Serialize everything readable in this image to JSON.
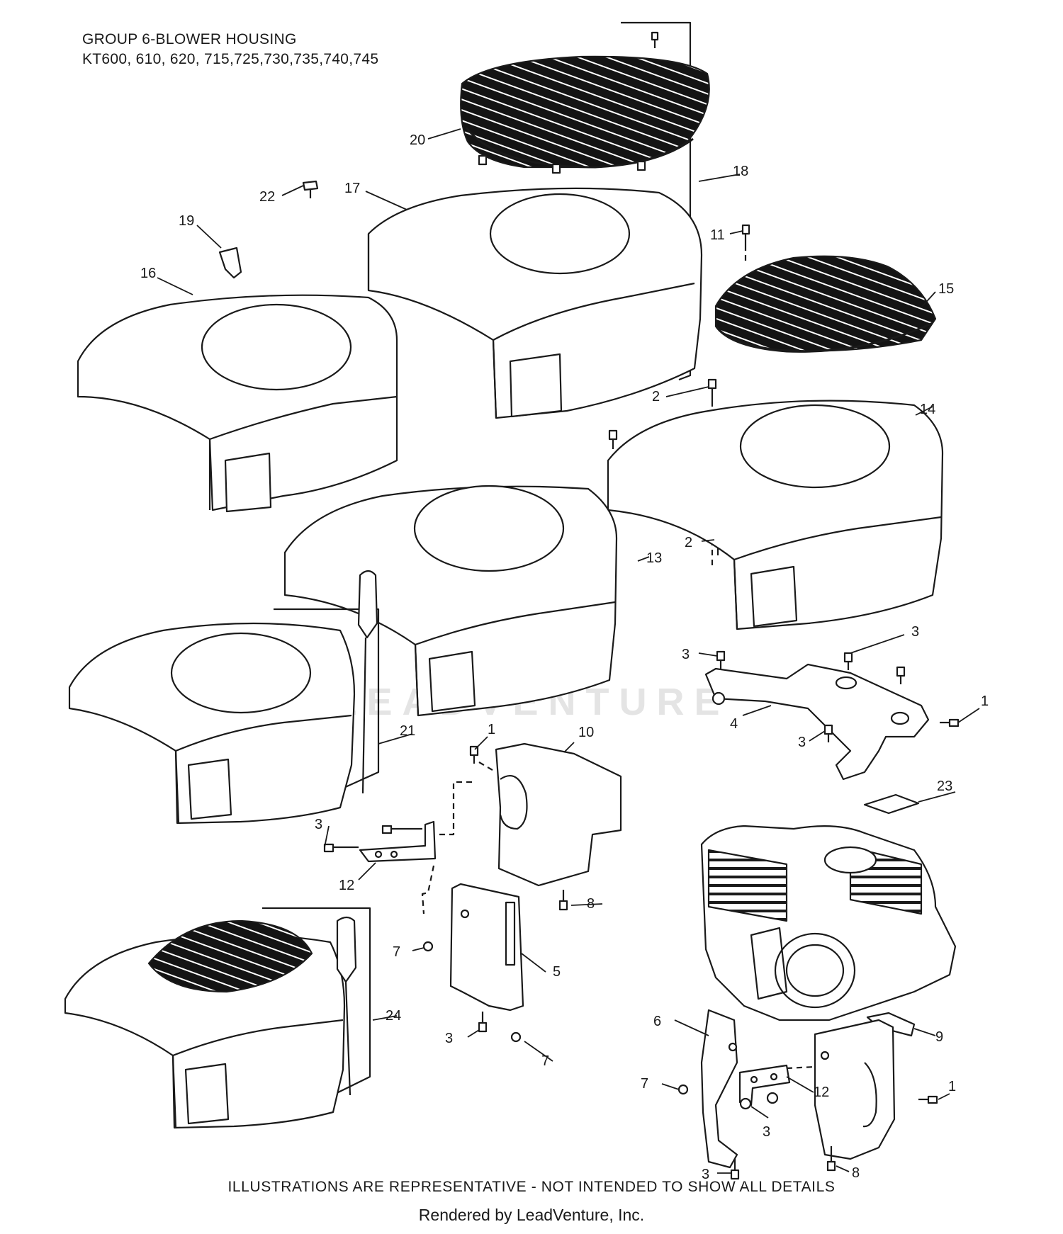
{
  "header": {
    "group_title": "GROUP 6-BLOWER HOUSING",
    "models": "KT600, 610, 620, 715,725,730,735,740,745"
  },
  "footer": {
    "disclaimer": "ILLUSTRATIONS ARE REPRESENTATIVE - NOT INTENDED TO SHOW ALL DETAILS",
    "rendered_by": "Rendered by LeadVenture, Inc."
  },
  "watermark": "LEADVENTURE",
  "colors": {
    "line": "#1a1a1a",
    "fill": "#ffffff",
    "dark": "#141414"
  },
  "callouts": [
    {
      "id": "c20",
      "label": "20"
    },
    {
      "id": "c18",
      "label": "18"
    },
    {
      "id": "c17",
      "label": "17"
    },
    {
      "id": "c22",
      "label": "22"
    },
    {
      "id": "c19",
      "label": "19"
    },
    {
      "id": "c11",
      "label": "11"
    },
    {
      "id": "c15",
      "label": "15"
    },
    {
      "id": "c16",
      "label": "16"
    },
    {
      "id": "c2a",
      "label": "2"
    },
    {
      "id": "c14",
      "label": "14"
    },
    {
      "id": "c2b",
      "label": "2"
    },
    {
      "id": "c13",
      "label": "13"
    },
    {
      "id": "c3a",
      "label": "3"
    },
    {
      "id": "c3b",
      "label": "3"
    },
    {
      "id": "c1a",
      "label": "1"
    },
    {
      "id": "c4",
      "label": "4"
    },
    {
      "id": "c3c",
      "label": "3"
    },
    {
      "id": "c21",
      "label": "21"
    },
    {
      "id": "c1b",
      "label": "1"
    },
    {
      "id": "c10",
      "label": "10"
    },
    {
      "id": "c23",
      "label": "23"
    },
    {
      "id": "c3d",
      "label": "3"
    },
    {
      "id": "c12a",
      "label": "12"
    },
    {
      "id": "c8a",
      "label": "8"
    },
    {
      "id": "c7a",
      "label": "7"
    },
    {
      "id": "c5",
      "label": "5"
    },
    {
      "id": "c24",
      "label": "24"
    },
    {
      "id": "c3e",
      "label": "3"
    },
    {
      "id": "c7b",
      "label": "7"
    },
    {
      "id": "c6",
      "label": "6"
    },
    {
      "id": "c9",
      "label": "9"
    },
    {
      "id": "c7c",
      "label": "7"
    },
    {
      "id": "c12b",
      "label": "12"
    },
    {
      "id": "c1c",
      "label": "1"
    },
    {
      "id": "c3f",
      "label": "3"
    },
    {
      "id": "c3g",
      "label": "3"
    },
    {
      "id": "c8b",
      "label": "8"
    }
  ]
}
